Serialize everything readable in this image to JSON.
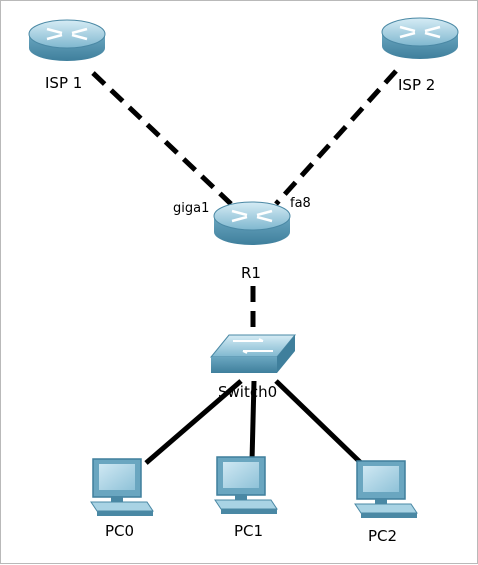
{
  "diagram": {
    "type": "network-topology",
    "devices": {
      "isp1": {
        "label": "ISP 1",
        "kind": "router"
      },
      "isp2": {
        "label": "ISP 2",
        "kind": "router"
      },
      "r1": {
        "label": "R1",
        "kind": "router"
      },
      "switch0": {
        "label": "Switch0",
        "kind": "switch"
      },
      "pc0": {
        "label": "PC0",
        "kind": "pc"
      },
      "pc1": {
        "label": "PC1",
        "kind": "pc"
      },
      "pc2": {
        "label": "PC2",
        "kind": "pc"
      }
    },
    "interfaces": {
      "r1_to_isp1": "giga1",
      "r1_to_isp2": "fa8"
    },
    "links": [
      {
        "from": "ISP 1",
        "to": "R1",
        "style": "dashed"
      },
      {
        "from": "ISP 2",
        "to": "R1",
        "style": "dashed"
      },
      {
        "from": "R1",
        "to": "Switch0",
        "style": "dashed"
      },
      {
        "from": "Switch0",
        "to": "PC0",
        "style": "solid"
      },
      {
        "from": "Switch0",
        "to": "PC1",
        "style": "solid"
      },
      {
        "from": "Switch0",
        "to": "PC2",
        "style": "solid"
      }
    ],
    "icons": {
      "router": "router-icon",
      "switch": "switch-icon",
      "pc": "pc-icon"
    },
    "colors": {
      "device_blue": "#5b9bb6",
      "device_light": "#a9d3e4",
      "link": "#000000"
    }
  }
}
